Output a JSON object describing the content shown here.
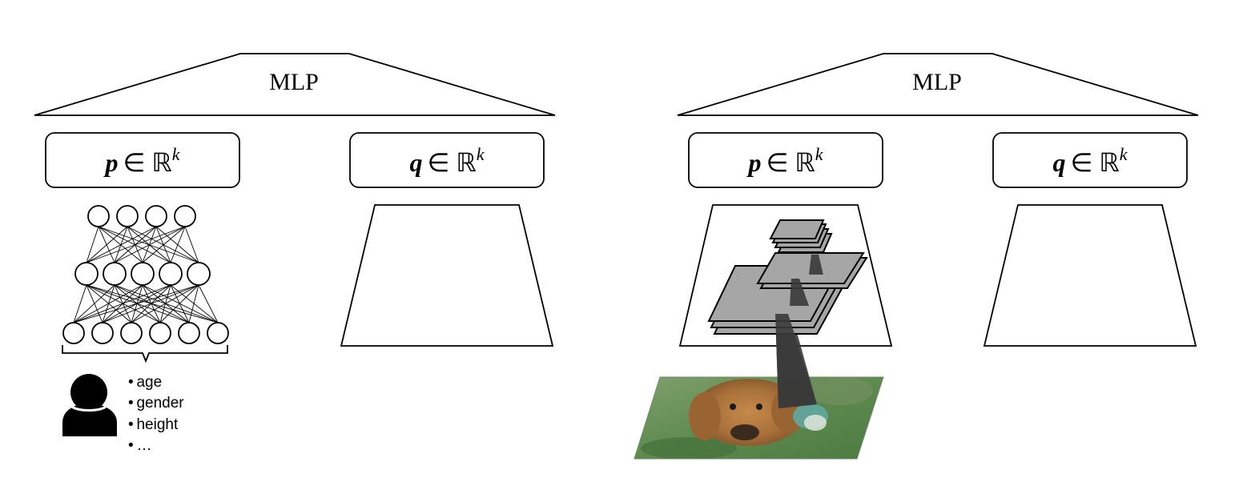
{
  "panels": [
    {
      "id": "left",
      "mlp_label": "MLP",
      "p_vector": {
        "symbol": "p",
        "set": "∈ ℝ",
        "superscript": "k"
      },
      "q_vector": {
        "symbol": "q",
        "set": "∈ ℝ",
        "superscript": "k"
      },
      "encoder_icon": "neural-network-icon",
      "input_icon": "person-icon",
      "attributes": [
        "age",
        "gender",
        "height",
        "…"
      ]
    },
    {
      "id": "right",
      "mlp_label": "MLP",
      "p_vector": {
        "symbol": "p",
        "set": "∈ ℝ",
        "superscript": "k"
      },
      "q_vector": {
        "symbol": "q",
        "set": "∈ ℝ",
        "superscript": "k"
      },
      "encoder_icon": "cnn-layers-icon",
      "input_icon": "dog-photo-icon"
    }
  ],
  "network": {
    "layer_sizes": [
      4,
      5,
      6
    ]
  },
  "colors": {
    "stroke": "#000000",
    "cnn_layer_fill": "#a6a6a6",
    "cnn_connector": "#3a3a3a",
    "grass_green": "#5e8a4f",
    "dog_fur": "#b2773d"
  }
}
